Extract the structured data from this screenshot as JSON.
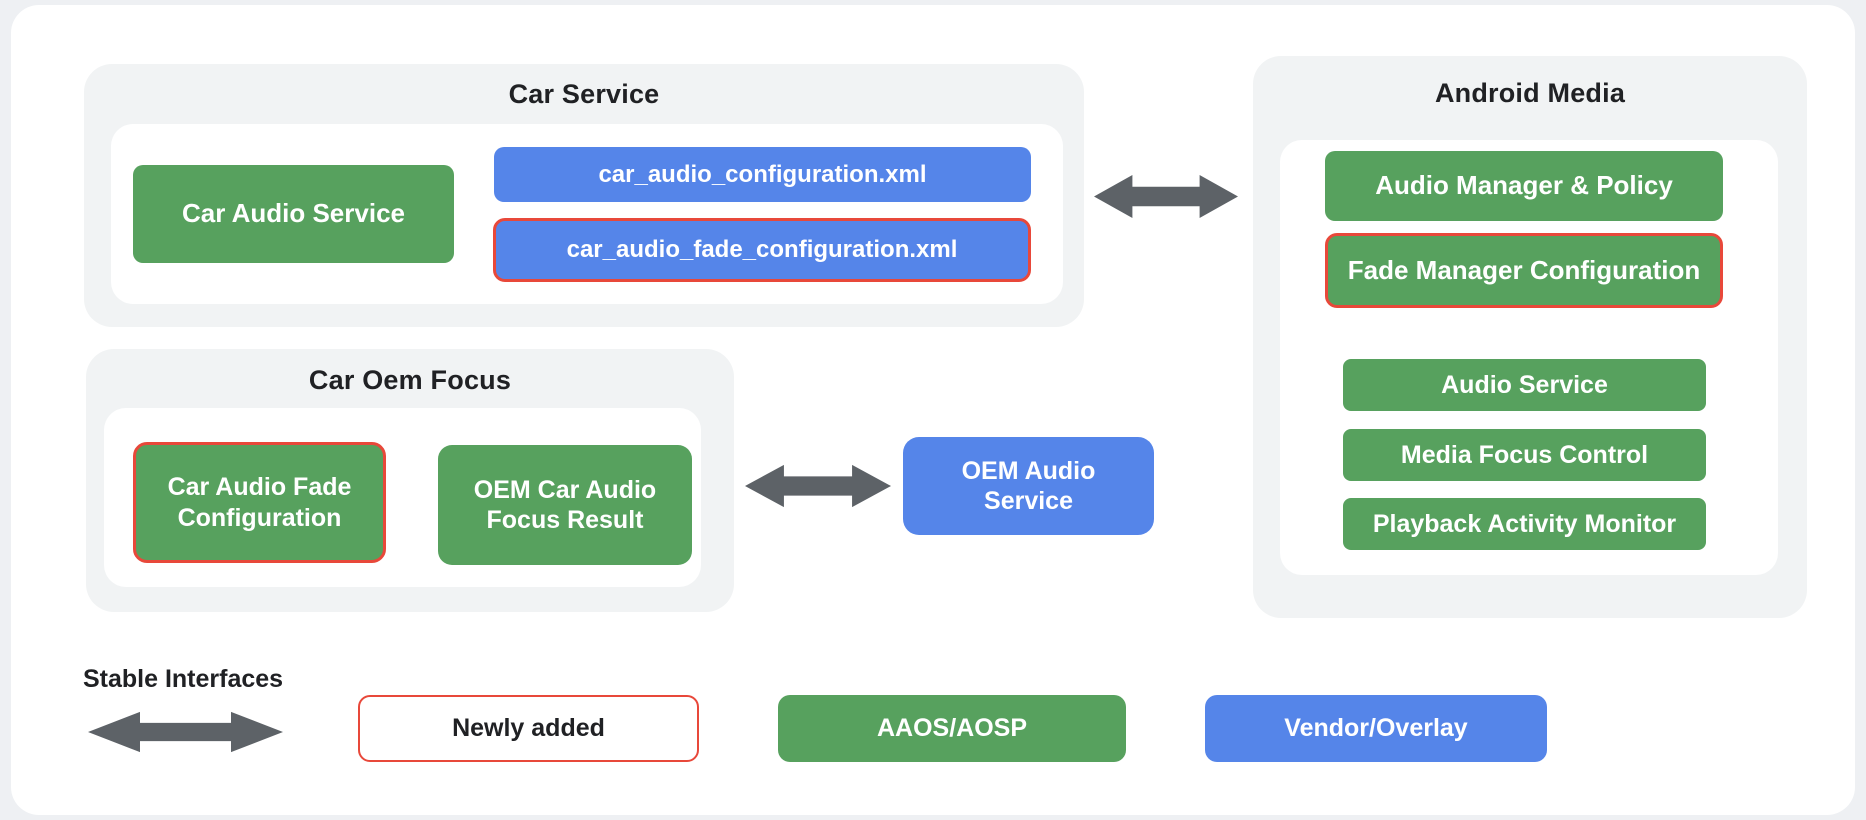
{
  "colors": {
    "page_bg": "#eef0f3",
    "container_gray": "#f1f3f4",
    "green": "#57a15e",
    "blue": "#5585e9",
    "red": "#e8483a",
    "arrow_gray": "#5d6267",
    "text_dark": "#202124"
  },
  "sections": {
    "car_service": {
      "title": "Car Service",
      "car_audio_service_box": "Car Audio Service",
      "config_xml_box": "car_audio_configuration.xml",
      "fade_config_xml_box": "car_audio_fade_configuration.xml"
    },
    "android_media": {
      "title": "Android Media",
      "boxes": [
        {
          "label": "Audio Manager & Policy",
          "highlighted": false
        },
        {
          "label": "Fade Manager Configuration",
          "highlighted": true
        },
        {
          "label": "Audio Service",
          "highlighted": false
        },
        {
          "label": "Media Focus Control",
          "highlighted": false
        },
        {
          "label": "Playback Activity Monitor",
          "highlighted": false
        }
      ]
    },
    "car_oem_focus": {
      "title": "Car Oem Focus",
      "fade_config_box": "Car Audio Fade Configuration",
      "focus_result_box": "OEM Car Audio Focus Result"
    },
    "oem_audio_service": {
      "label": "OEM Audio Service"
    }
  },
  "legend": {
    "stable_interfaces_label": "Stable Interfaces",
    "newly_added_label": "Newly added",
    "aaos_label": "AAOS/AOSP",
    "vendor_label": "Vendor/Overlay"
  }
}
